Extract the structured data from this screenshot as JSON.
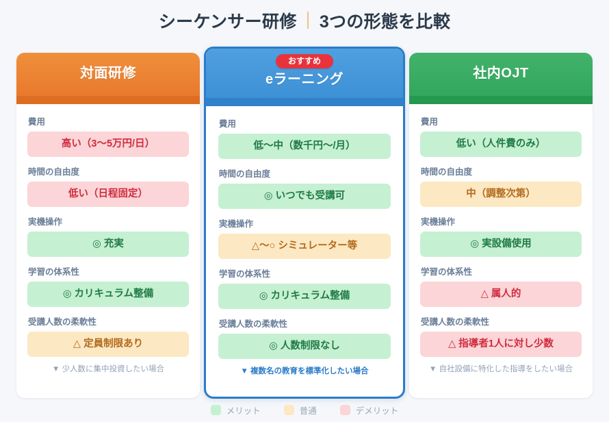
{
  "header": {
    "title_main": "シーケンサー研修",
    "divider": "｜",
    "title_sub": "3つの形態を比較"
  },
  "cards": [
    {
      "id": "taimen-kenshu",
      "title": "対面研修",
      "accent": "#e8752a",
      "badge": null,
      "rows": [
        {
          "label": "費用",
          "value": "高い（3〜5万円/日）",
          "rating": "bad"
        },
        {
          "label": "時間の自由度",
          "value": "低い（日程固定）",
          "rating": "bad"
        },
        {
          "label": "実機操作",
          "value": "◎ 充実",
          "rating": "good"
        },
        {
          "label": "学習の体系性",
          "value": "◎ カリキュラム整備",
          "rating": "good"
        },
        {
          "label": "受講人数の柔軟性",
          "value": "△ 定員制限あり",
          "rating": "neutral"
        }
      ],
      "footer": "▼ 少人数に集中投資したい場合",
      "footer_highlight": false
    },
    {
      "id": "e-learning",
      "title": "eラーニング",
      "accent": "#2b7cc9",
      "badge": "おすすめ",
      "rows": [
        {
          "label": "費用",
          "value": "低〜中（数千円〜/月）",
          "rating": "good"
        },
        {
          "label": "時間の自由度",
          "value": "◎ いつでも受講可",
          "rating": "good"
        },
        {
          "label": "実機操作",
          "value": "△〜○ シミュレーター等",
          "rating": "neutral"
        },
        {
          "label": "学習の体系性",
          "value": "◎ カリキュラム整備",
          "rating": "good"
        },
        {
          "label": "受講人数の柔軟性",
          "value": "◎ 人数制限なし",
          "rating": "good"
        }
      ],
      "footer": "▼ 複数名の教育を標準化したい場合",
      "footer_highlight": true
    },
    {
      "id": "shanai-ojt",
      "title": "社内OJT",
      "accent": "#2fa55c",
      "badge": null,
      "rows": [
        {
          "label": "費用",
          "value": "低い（人件費のみ）",
          "rating": "good"
        },
        {
          "label": "時間の自由度",
          "value": "中（調整次第）",
          "rating": "neutral"
        },
        {
          "label": "実機操作",
          "value": "◎ 実設備使用",
          "rating": "good"
        },
        {
          "label": "学習の体系性",
          "value": "△ 属人的",
          "rating": "bad"
        },
        {
          "label": "受講人数の柔軟性",
          "value": "△ 指導者1人に対し少数",
          "rating": "bad"
        }
      ],
      "footer": "▼ 自社設備に特化した指導をしたい場合",
      "footer_highlight": false
    }
  ],
  "legend": [
    {
      "label": "メリット",
      "color": "#c6f0d2",
      "rating": "good"
    },
    {
      "label": "普通",
      "color": "#fce8c2",
      "rating": "neutral"
    },
    {
      "label": "デメリット",
      "color": "#fbd5d7",
      "rating": "bad"
    }
  ],
  "colors": {
    "background": "#f5f7fa",
    "title_text": "#2b3a4a",
    "title_divider": "#e8902c",
    "badge_bg": "#e8333c",
    "label_text": "#6b7f99"
  }
}
